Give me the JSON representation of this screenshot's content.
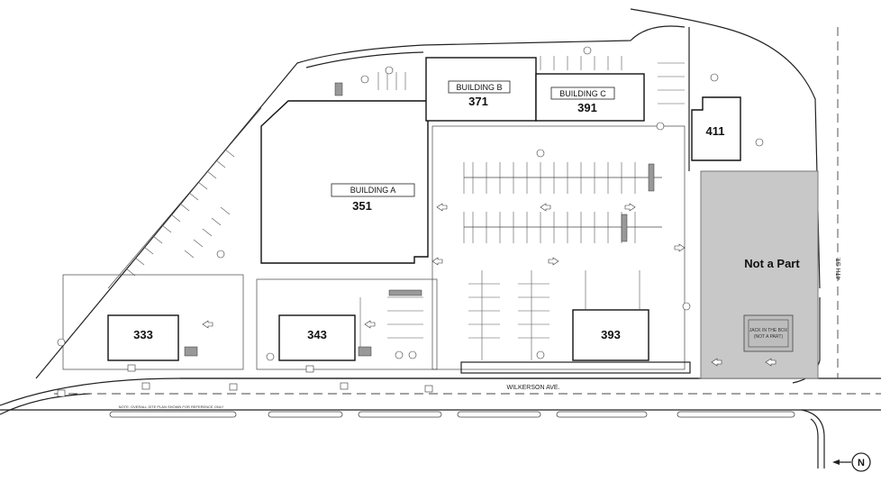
{
  "buildings": [
    {
      "id": "a",
      "name": "BUILDING A",
      "number": "351"
    },
    {
      "id": "b",
      "name": "BUILDING B",
      "number": "371"
    },
    {
      "id": "c",
      "name": "BUILDING C",
      "number": "391"
    },
    {
      "id": "411",
      "name": "",
      "number": "411"
    },
    {
      "id": "333",
      "name": "",
      "number": "333"
    },
    {
      "id": "343",
      "name": "",
      "number": "343"
    },
    {
      "id": "393",
      "name": "",
      "number": "393"
    }
  ],
  "not_a_part": {
    "label": "Not a Part",
    "inner_label_1": "JACK IN THE BOX",
    "inner_label_2": "(NOT A PART)"
  },
  "streets": {
    "south": "WILKERSON AVE.",
    "east": "4TH ST."
  },
  "note": "NOTE: OVERALL SITE PLAN SHOWN FOR REFERENCE ONLY",
  "north_arrow": "N",
  "colors": {
    "not_a_part_fill": "#c8c8c8",
    "linework": "#222222"
  }
}
